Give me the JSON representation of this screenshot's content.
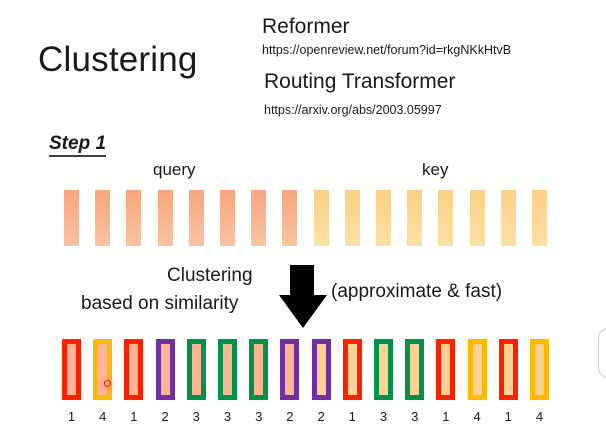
{
  "slide": {
    "title": "Clustering",
    "references": [
      {
        "name": "Reformer",
        "url": "https://openreview.net/forum?id=rkgNKkHtvB"
      },
      {
        "name": "Routing Transformer",
        "url": "https://arxiv.org/abs/2003.05997"
      }
    ],
    "step_label": "Step 1",
    "query_label": "query",
    "key_label": "key",
    "clustering_label_line1": "Clustering",
    "clustering_label_line2": "based on similarity",
    "approx_label": "(approximate & fast)",
    "arrow_icon": "down-arrow",
    "colors": {
      "query_fill": "#f7a57d",
      "key_fill": "#fbd083",
      "cluster_1": "#ff2000",
      "cluster_2": "#7030a0",
      "cluster_3": "#00924a",
      "cluster_4": "#ffb900",
      "arrow": "#000000"
    },
    "vectors": [
      {
        "type": "query",
        "cluster": "1"
      },
      {
        "type": "query",
        "cluster": "4"
      },
      {
        "type": "query",
        "cluster": "1"
      },
      {
        "type": "query",
        "cluster": "2"
      },
      {
        "type": "query",
        "cluster": "3"
      },
      {
        "type": "query",
        "cluster": "3"
      },
      {
        "type": "query",
        "cluster": "3"
      },
      {
        "type": "query",
        "cluster": "2"
      },
      {
        "type": "key",
        "cluster": "2"
      },
      {
        "type": "key",
        "cluster": "1"
      },
      {
        "type": "key",
        "cluster": "3"
      },
      {
        "type": "key",
        "cluster": "3"
      },
      {
        "type": "key",
        "cluster": "1"
      },
      {
        "type": "key",
        "cluster": "4"
      },
      {
        "type": "key",
        "cluster": "1"
      },
      {
        "type": "key",
        "cluster": "4"
      }
    ]
  }
}
